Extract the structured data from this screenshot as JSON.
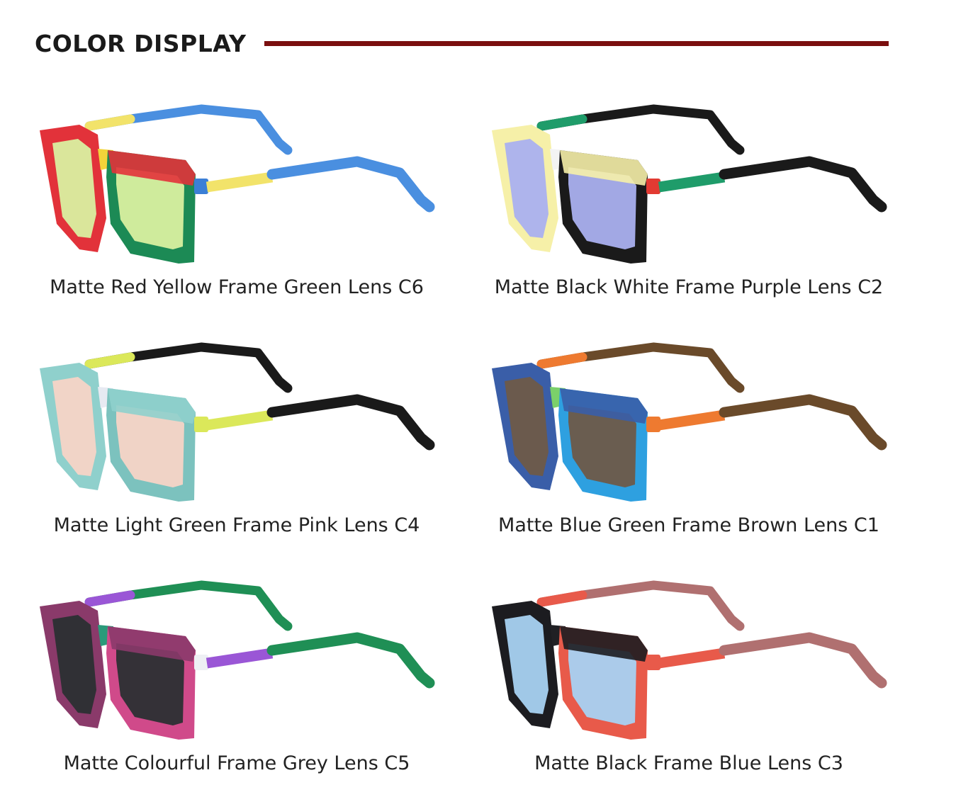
{
  "header": {
    "title": "COLOR DISPLAY",
    "rule_color": "#7a0f0f"
  },
  "products": [
    {
      "caption": "Matte Red Yellow Frame Green Lens C6",
      "code": "C6",
      "colors": {
        "frame_a": "#e2323a",
        "frame_b": "#f2d43a",
        "frame_c": "#1c8a55",
        "lens": "#d9f0a0",
        "temple_front": "#f2e36a",
        "temple_back": "#4a8fe0",
        "hinge": "#3b7fd6"
      }
    },
    {
      "caption": "Matte Black White Frame Purple Lens C2",
      "code": "C2",
      "colors": {
        "frame_a": "#f6f0a8",
        "frame_b": "#f3f3f3",
        "frame_c": "#1a1a1a",
        "lens": "#aab0ef",
        "temple_front": "#1f9c6a",
        "temple_back": "#1a1a1a",
        "hinge": "#e23a32"
      }
    },
    {
      "caption": "Matte Light Green Frame Pink Lens C4",
      "code": "C4",
      "colors": {
        "frame_a": "#8fd0cc",
        "frame_b": "#e7eaf2",
        "frame_c": "#7cc2be",
        "lens": "#f7d4c6",
        "temple_front": "#dbe85a",
        "temple_back": "#1a1a1a",
        "hinge": "#dbe85a"
      }
    },
    {
      "caption": "Matte Blue Green Frame Brown Lens C1",
      "code": "C1",
      "colors": {
        "frame_a": "#3a5ea8",
        "frame_b": "#7bd06a",
        "frame_c": "#2ea0e0",
        "lens": "#6e5a48",
        "temple_front": "#ee7a30",
        "temple_back": "#6a4a2a",
        "hinge": "#ee7a30"
      }
    },
    {
      "caption": "Matte Colourful Frame Grey Lens C5",
      "code": "C5",
      "colors": {
        "frame_a": "#8a3a6a",
        "frame_b": "#2a9a7a",
        "frame_c": "#d04a8a",
        "lens": "#2b2f33",
        "temple_front": "#9a56d6",
        "temple_back": "#1f8f55",
        "hinge": "#eef0f4"
      }
    },
    {
      "caption": "Matte Black Frame Blue Lens C3",
      "code": "C3",
      "colors": {
        "frame_a": "#1c1c20",
        "frame_b": "#202024",
        "frame_c": "#e85a4a",
        "lens": "#a8d2f2",
        "temple_front": "#e85a4a",
        "temple_back": "#b07070",
        "hinge": "#e85a4a"
      }
    }
  ]
}
